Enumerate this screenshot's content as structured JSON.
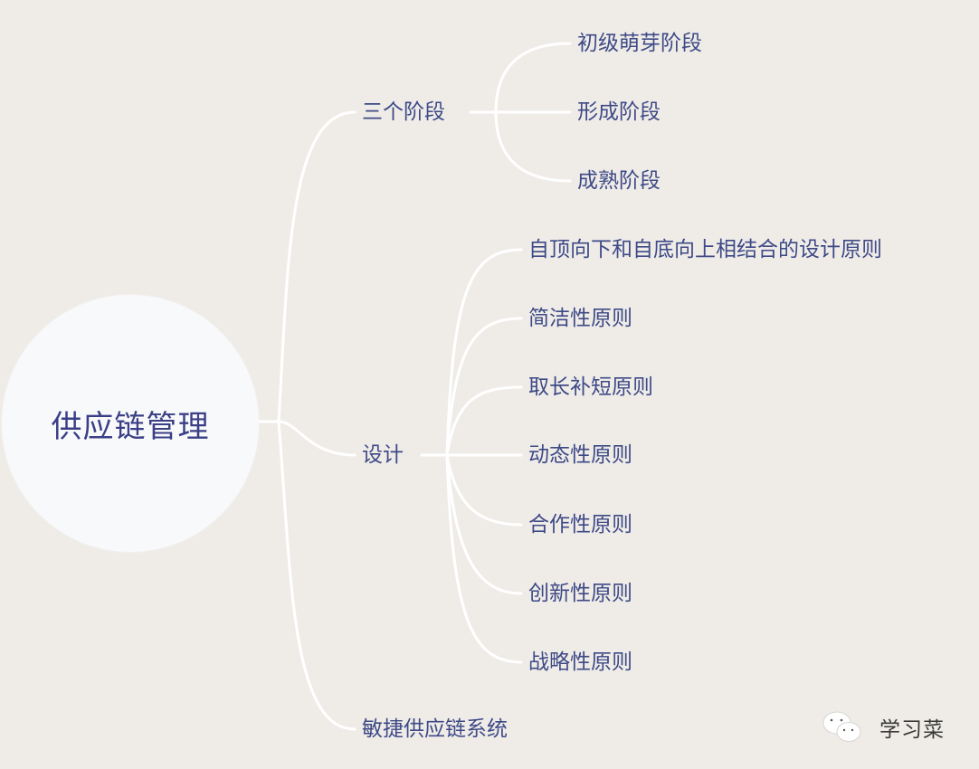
{
  "mindmap": {
    "root": {
      "label": "供应链管理"
    },
    "branches": [
      {
        "label": "三个阶段",
        "children": [
          {
            "label": "初级萌芽阶段"
          },
          {
            "label": "形成阶段"
          },
          {
            "label": "成熟阶段"
          }
        ]
      },
      {
        "label": "设计",
        "children": [
          {
            "label": "自顶向下和自底向上相结合的设计原则"
          },
          {
            "label": "简洁性原则"
          },
          {
            "label": "取长补短原则"
          },
          {
            "label": "动态性原则"
          },
          {
            "label": "合作性原则"
          },
          {
            "label": "创新性原则"
          },
          {
            "label": "战略性原则"
          }
        ]
      },
      {
        "label": "敏捷供应链系统",
        "children": []
      }
    ]
  },
  "watermark": {
    "icon": "wechat-icon",
    "text": "学习菜"
  },
  "colors": {
    "background": "#efece8",
    "text": "#3e4a86",
    "root_text": "#3b3f86",
    "links": "#ffffff",
    "root_fill": "#f8f9fb"
  }
}
